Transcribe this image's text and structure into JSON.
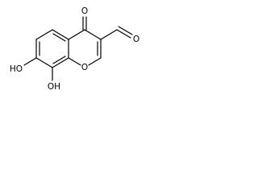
{
  "molecule": {
    "atoms": {
      "ketone_o": "O",
      "ring_o": "O",
      "hydroxyl_7": "HO",
      "hydroxyl_8": "OH",
      "aldehyde_o": "O"
    }
  }
}
